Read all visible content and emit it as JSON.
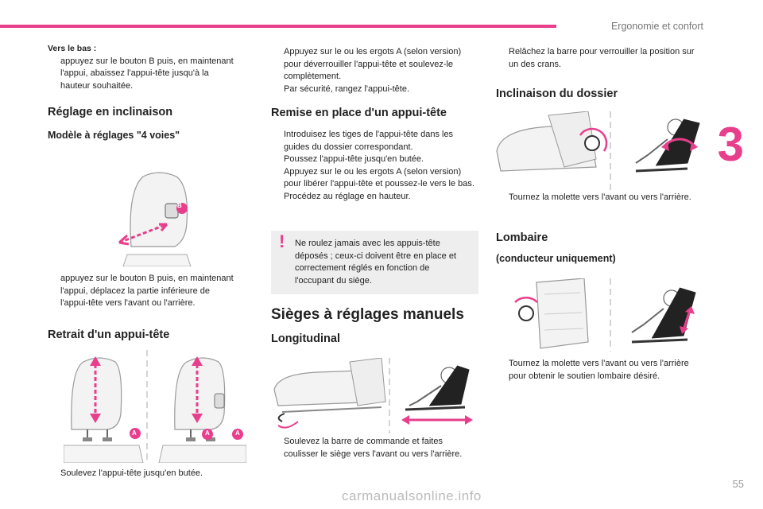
{
  "header": {
    "section": "Ergonomie et confort",
    "chapter": "3",
    "page": "55"
  },
  "watermark": "carmanualsonline.info",
  "col1": {
    "down_label": "Vers le bas :",
    "down_item": "appuyez sur le bouton B puis, en maintenant l'appui, abaissez l'appui-tête jusqu'à la hauteur souhaitée.",
    "h_tilt": "Réglage en inclinaison",
    "h_4way": "Modèle à réglages \"4 voies\"",
    "tilt_item": "appuyez sur le bouton B puis, en maintenant l'appui, déplacez la partie inférieure de l'appui-tête vers l'avant ou l'arrière.",
    "h_remove": "Retrait d'un appui-tête",
    "remove_item": "Soulevez l'appui-tête jusqu'en butée.",
    "label_B": "B",
    "label_A": "A"
  },
  "col2": {
    "items_top": [
      "Appuyez sur le ou les ergots A (selon version) pour déverrouiller l'appui-tête et soulevez-le complètement.",
      "Par sécurité, rangez l'appui-tête."
    ],
    "h_refit": "Remise en place d'un appui-tête",
    "refit_items": [
      "Introduisez les tiges de l'appui-tête dans les guides du dossier correspondant.",
      "Poussez l'appui-tête jusqu'en butée.",
      "Appuyez sur le ou les ergots A (selon version) pour libérer l'appui-tête et poussez-le vers le bas.",
      "Procédez au réglage en hauteur."
    ],
    "warning": "Ne roulez jamais avec les appuis-tête déposés ; ceux-ci doivent être en place et correctement réglés en fonction de l'occupant du siège.",
    "h_manual": "Sièges à réglages manuels",
    "h_long": "Longitudinal",
    "long_item": "Soulevez la barre de commande et faites coulisser le siège vers l'avant ou vers l'arrière."
  },
  "col3": {
    "release_item": "Relâchez la barre pour verrouiller la position sur un des crans.",
    "h_recline": "Inclinaison du dossier",
    "recline_item": "Tournez la molette vers l'avant ou vers l'arrière.",
    "h_lumbar": "Lombaire",
    "h_driver": "(conducteur uniquement)",
    "lumbar_item": "Tournez la molette vers l'avant ou vers l'arrière pour obtenir le soutien lombaire désiré."
  },
  "bullet": "",
  "colors": {
    "accent": "#e83e8c",
    "warning_bg": "#eeeeee"
  }
}
